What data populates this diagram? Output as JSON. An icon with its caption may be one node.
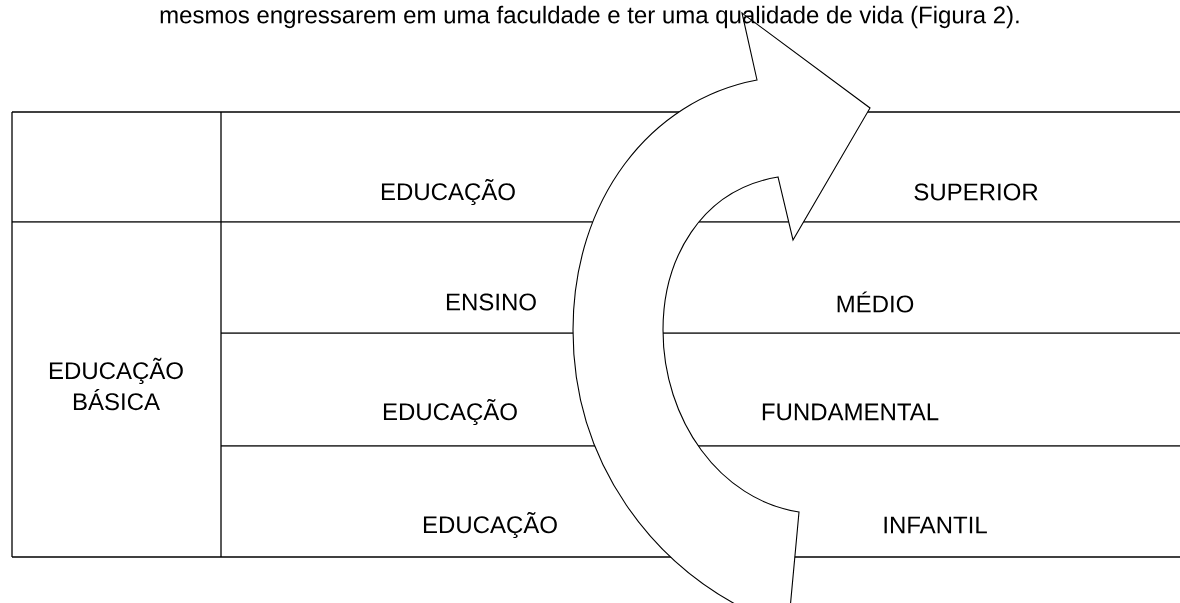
{
  "diagram": {
    "labels": [
      "mesmos engressarem em uma faculdade e ter uma qualidade de vida (Figura 2).",
      "EDUCAÇÃO",
      "SUPERIOR",
      "ENSINO",
      "MÉDIO",
      "EDUCAÇÃO BÁSICA",
      "EDUCAÇÃO",
      "FUNDAMENTAL",
      "EDUCAÇÃO",
      "INFANTIL"
    ]
  }
}
